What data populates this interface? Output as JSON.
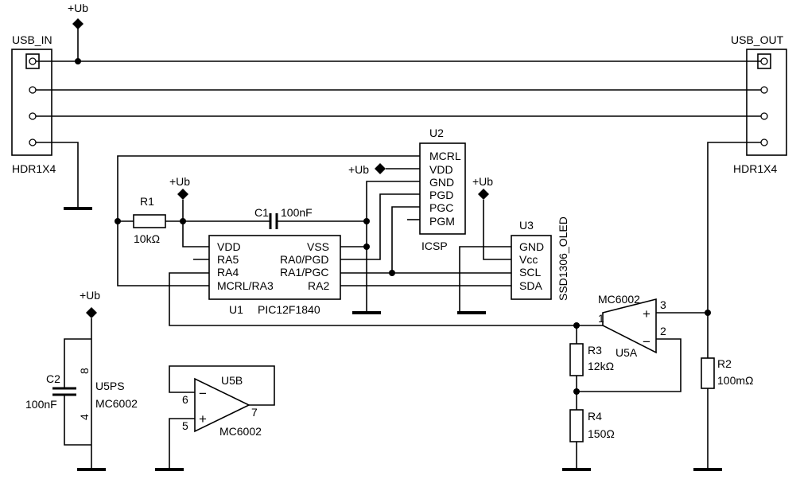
{
  "supply_label": "+Ub",
  "connectors": {
    "in": {
      "name": "USB_IN",
      "type": "HDR1X4"
    },
    "out": {
      "name": "USB_OUT",
      "type": "HDR1X4"
    }
  },
  "u1": {
    "ref": "U1",
    "part": "PIC12F1840",
    "left_pins": [
      "VDD",
      "RA5",
      "RA4",
      "MCRL/RA3"
    ],
    "right_pins": [
      "VSS",
      "RA0/PGD",
      "RA1/PGC",
      "RA2"
    ]
  },
  "u2": {
    "ref": "U2",
    "part": "ICSP",
    "pins": [
      "MCRL",
      "VDD",
      "GND",
      "PGD",
      "PGC",
      "PGM"
    ]
  },
  "u3": {
    "ref": "U3",
    "part": "SSD1306_OLED",
    "pins": [
      "GND",
      "Vcc",
      "SCL",
      "SDA"
    ]
  },
  "r1": {
    "ref": "R1",
    "value": "10kΩ"
  },
  "r2": {
    "ref": "R2",
    "value": "100mΩ"
  },
  "r3": {
    "ref": "R3",
    "value": "12kΩ"
  },
  "r4": {
    "ref": "R4",
    "value": "150Ω"
  },
  "c1": {
    "ref": "C1",
    "value": "100nF"
  },
  "c2": {
    "ref": "C2",
    "value": "100nF"
  },
  "u5a": {
    "ref": "U5A",
    "part": "MC6002",
    "pins": [
      "1",
      "2",
      "3"
    ],
    "plus": "+",
    "minus": "−"
  },
  "u5b": {
    "ref": "U5B",
    "part": "MC6002",
    "pins": [
      "6",
      "5",
      "7"
    ],
    "plus": "+",
    "minus": "−"
  },
  "u5ps": {
    "ref": "U5PS",
    "part": "MC6002",
    "pins": [
      "8",
      "4"
    ]
  }
}
